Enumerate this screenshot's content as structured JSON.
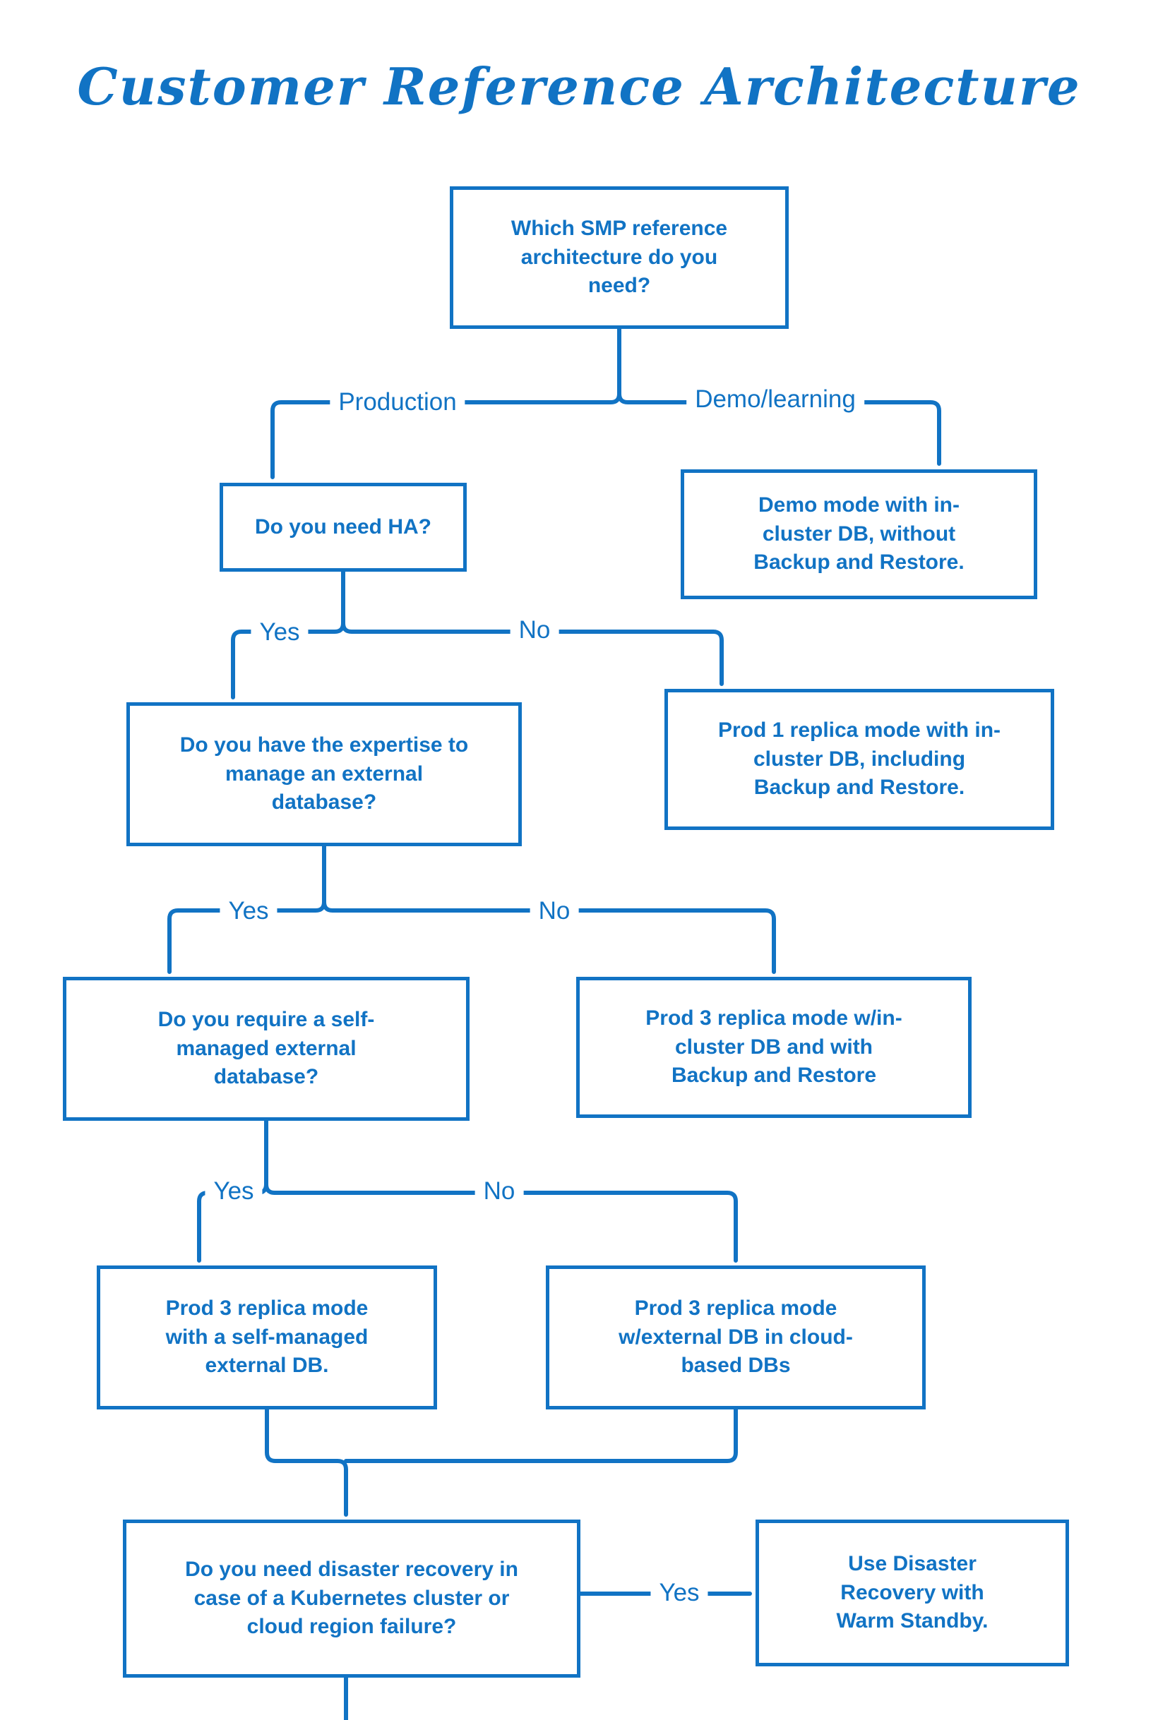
{
  "title": "Customer Reference Architecture",
  "colors": {
    "accent": "#1173C4",
    "background": "#FFFFFF"
  },
  "nodes": {
    "root": {
      "label": "Which SMP reference architecture do you need?"
    },
    "ha_question": {
      "label": "Do you need HA?"
    },
    "demo_mode": {
      "label": "Demo mode with in-cluster DB, without Backup and Restore."
    },
    "expertise_question": {
      "label": "Do you have the expertise to manage an external database?"
    },
    "prod1_incluster": {
      "label": "Prod 1 replica mode with in-cluster DB, including Backup and Restore."
    },
    "self_managed_question": {
      "label": "Do you require a self-managed external database?"
    },
    "prod3_incluster": {
      "label": "Prod 3 replica mode w/in-cluster DB and with Backup and Restore"
    },
    "prod3_self_managed": {
      "label": "Prod 3 replica mode with a self-managed external DB."
    },
    "prod3_external_cloud": {
      "label": "Prod 3 replica mode w/external DB in cloud-based DBs"
    },
    "dr_question": {
      "label": "Do you need disaster recovery in case of a Kubernetes cluster or cloud region failure?"
    },
    "dr_warm_standby": {
      "label": "Use Disaster Recovery with Warm Standby."
    }
  },
  "edge_labels": {
    "production": "Production",
    "demo_learning": "Demo/learning",
    "ha_yes": "Yes",
    "ha_no": "No",
    "expertise_yes": "Yes",
    "expertise_no": "No",
    "self_managed_yes": "Yes",
    "self_managed_no": "No",
    "dr_yes": "Yes"
  }
}
